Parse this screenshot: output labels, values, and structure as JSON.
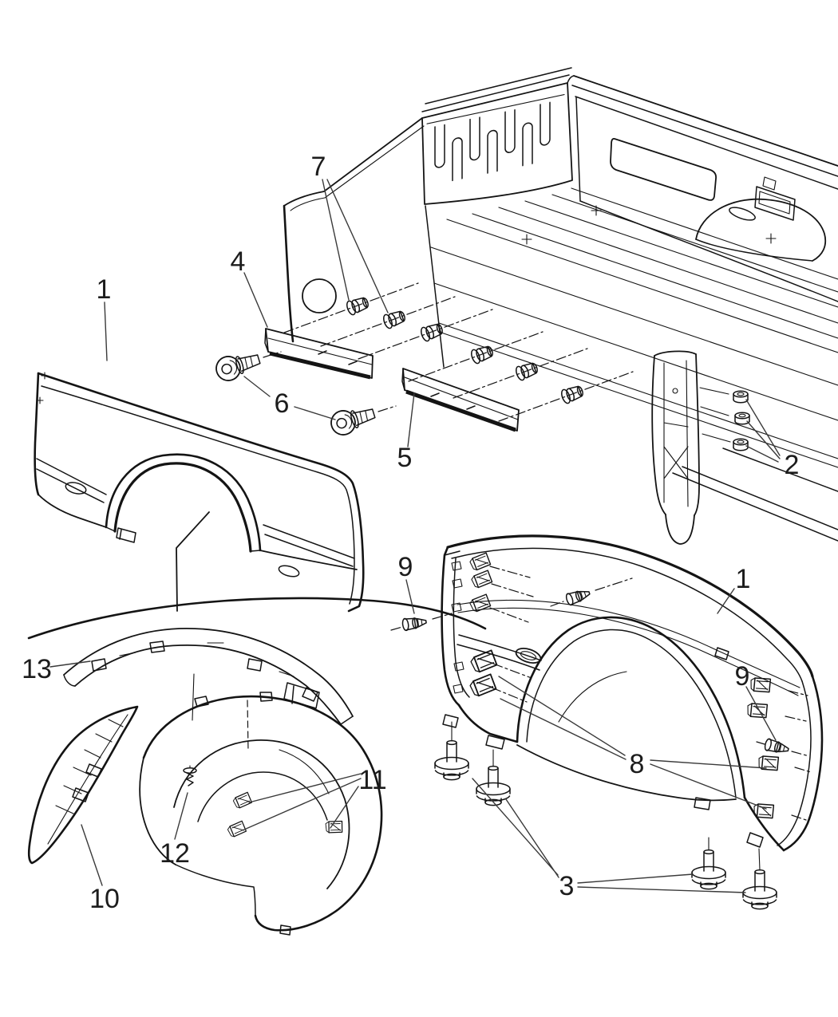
{
  "page": {
    "background": "#ffffff",
    "ink_color": "#141414",
    "leader_color": "#3a3a3a"
  },
  "callouts": [
    {
      "id": "callout-1-left",
      "label": "1"
    },
    {
      "id": "callout-7",
      "label": "7"
    },
    {
      "id": "callout-4",
      "label": "4"
    },
    {
      "id": "callout-6",
      "label": "6"
    },
    {
      "id": "callout-5",
      "label": "5"
    },
    {
      "id": "callout-2",
      "label": "2"
    },
    {
      "id": "callout-9-left",
      "label": "9"
    },
    {
      "id": "callout-1-right",
      "label": "1"
    },
    {
      "id": "callout-9-right",
      "label": "9"
    },
    {
      "id": "callout-13",
      "label": "13"
    },
    {
      "id": "callout-8",
      "label": "8"
    },
    {
      "id": "callout-11",
      "label": "11"
    },
    {
      "id": "callout-12",
      "label": "12"
    },
    {
      "id": "callout-10",
      "label": "10"
    },
    {
      "id": "callout-3",
      "label": "3"
    }
  ]
}
